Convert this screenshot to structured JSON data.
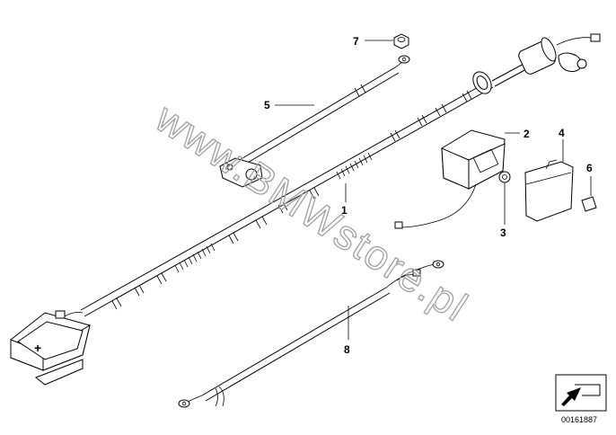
{
  "diagram": {
    "callouts": [
      {
        "id": "1",
        "label": "1"
      },
      {
        "id": "2",
        "label": "2"
      },
      {
        "id": "3",
        "label": "3"
      },
      {
        "id": "4",
        "label": "4"
      },
      {
        "id": "5",
        "label": "5"
      },
      {
        "id": "6",
        "label": "6"
      },
      {
        "id": "7",
        "label": "7"
      },
      {
        "id": "8",
        "label": "8"
      }
    ],
    "watermark": "www.BMWstore.pl",
    "part_number": "00161887",
    "battery_symbol": "+"
  }
}
